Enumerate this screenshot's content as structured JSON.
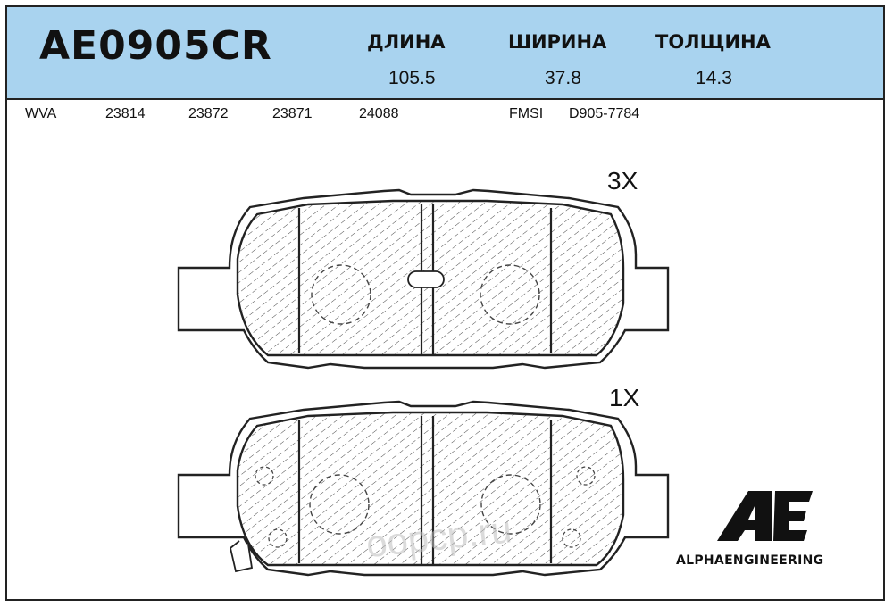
{
  "header": {
    "part_number": "AE0905CR",
    "dimensions": [
      {
        "label": "ДЛИНА",
        "value": "105.5"
      },
      {
        "label": "ШИРИНА",
        "value": "37.8"
      },
      {
        "label": "ТОЛЩИНА",
        "value": "14.3"
      }
    ],
    "background_color": "#a9d3ef"
  },
  "references": {
    "wva_label": "WVA",
    "wva_numbers": [
      "23814",
      "23872",
      "23871",
      "24088"
    ],
    "fmsi_label": "FMSI",
    "fmsi_number": "D905-7784"
  },
  "drawing": {
    "top_quantity": "3X",
    "bottom_quantity": "1X",
    "watermark_text": "oopcp.ru"
  },
  "brand": {
    "logo_mark": "AE",
    "name": "ALPHAENGINEERING"
  }
}
